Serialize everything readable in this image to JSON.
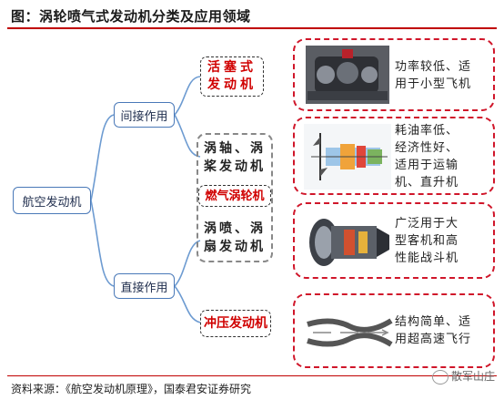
{
  "title": "图：涡轮喷气式发动机分类及应用领域",
  "source": "资料来源：《航空发动机原理》，国泰君安证券研究",
  "watermark": "散军山庄",
  "root": {
    "label": "航空发动机"
  },
  "branches": {
    "indirect": "间接作用",
    "direct": "直接作用"
  },
  "engines": {
    "piston": {
      "line1": "活塞式",
      "line2": "发动机"
    },
    "turboshaft": {
      "line1": "涡轴、涡",
      "line2": "桨发动机"
    },
    "gas_turbine": {
      "label": "燃气涡轮机"
    },
    "turbofan": {
      "line1": "涡喷、涡",
      "line2": "扇发动机"
    },
    "ramjet": {
      "label": "冲压发动机"
    }
  },
  "applications": {
    "piston": [
      "功率较低、适",
      "用于小型飞机"
    ],
    "turboshaft": [
      "耗油率低、",
      "经济性好、",
      "适用于运输",
      "机、直升机"
    ],
    "turbofan": [
      "广泛用于大",
      "型客机和高",
      "性能战斗机"
    ],
    "ramjet": [
      "结构简单、适",
      "用超高速飞行"
    ]
  },
  "icons": {
    "connector": "curved-connector",
    "engine_pictures": [
      "piston-engine-photo",
      "turboshaft-diagram",
      "turbofan-cutaway",
      "ramjet-diagram"
    ]
  },
  "colors": {
    "accent": "#c00000",
    "node_border": "#4a79b8",
    "panel_border": "#d0162a",
    "red_text": "#d00000"
  }
}
